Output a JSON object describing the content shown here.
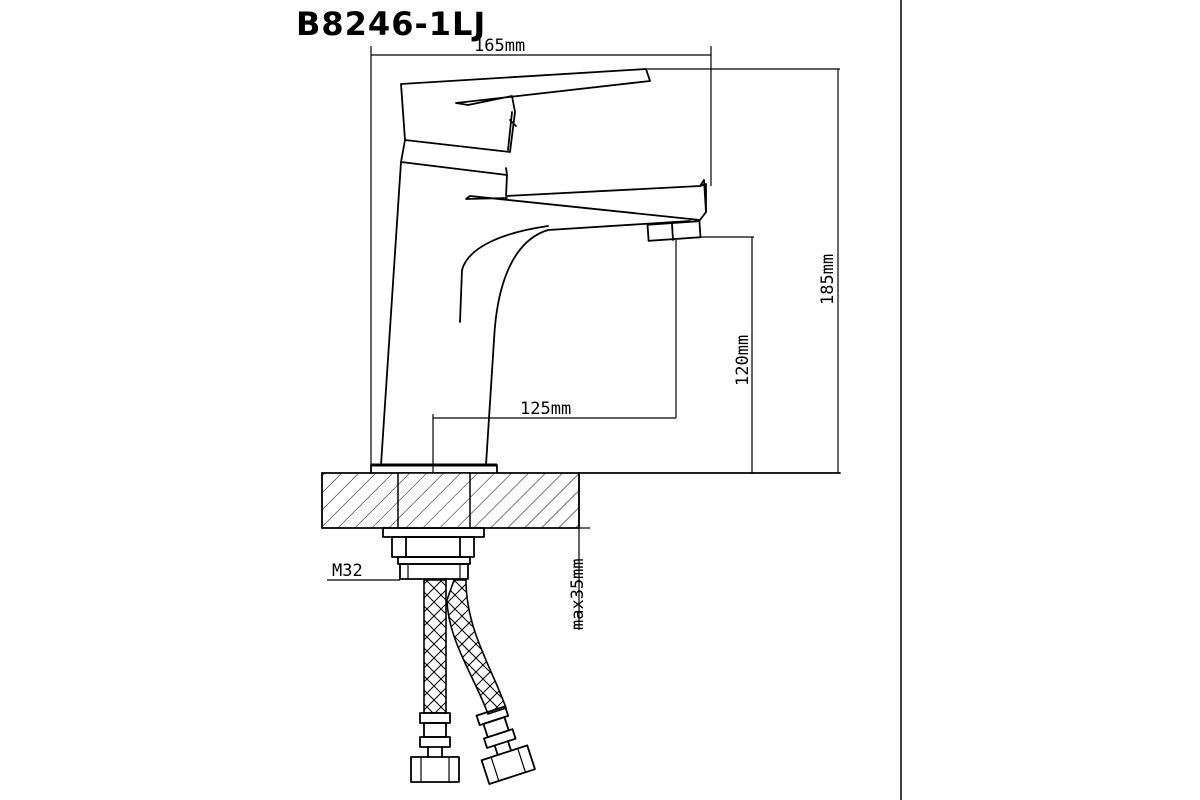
{
  "drawing": {
    "model_code": "B8246-1LJ",
    "dimensions": {
      "overall_width": "165mm",
      "overall_height": "185mm",
      "spout_height": "120mm",
      "spout_reach": "125mm",
      "thread_size": "M32",
      "max_counter_thickness": "max35mm"
    },
    "colors": {
      "line": "#000000",
      "background": "#ffffff"
    }
  }
}
